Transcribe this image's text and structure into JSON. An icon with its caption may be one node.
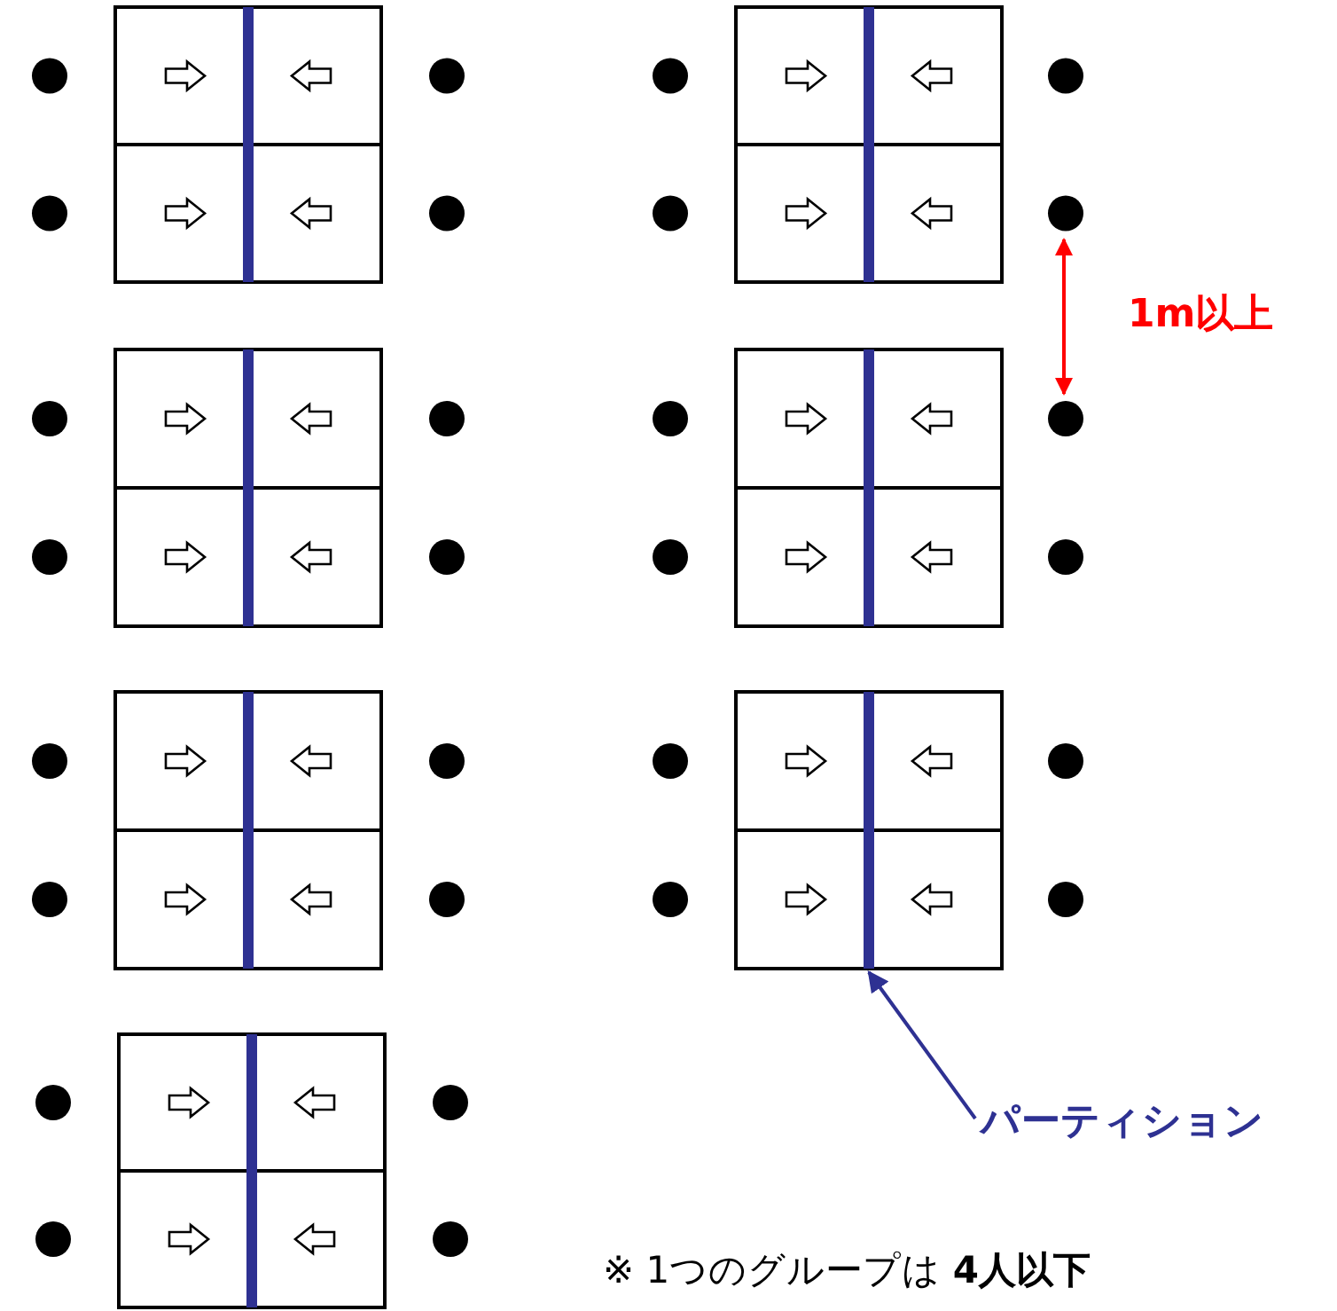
{
  "diagram": {
    "nodes": [
      {
        "text": [],
        "shape": "bar"
      },
      {
        "text": [
          "パーティション"
        ]
      }
    ],
    "edges": [
      {
        "from": 1,
        "to": 0,
        "arrow": "to"
      }
    ],
    "labels": [
      "1m以上",
      "※ 1つのグループは **4人以下**"
    ]
  }
}
